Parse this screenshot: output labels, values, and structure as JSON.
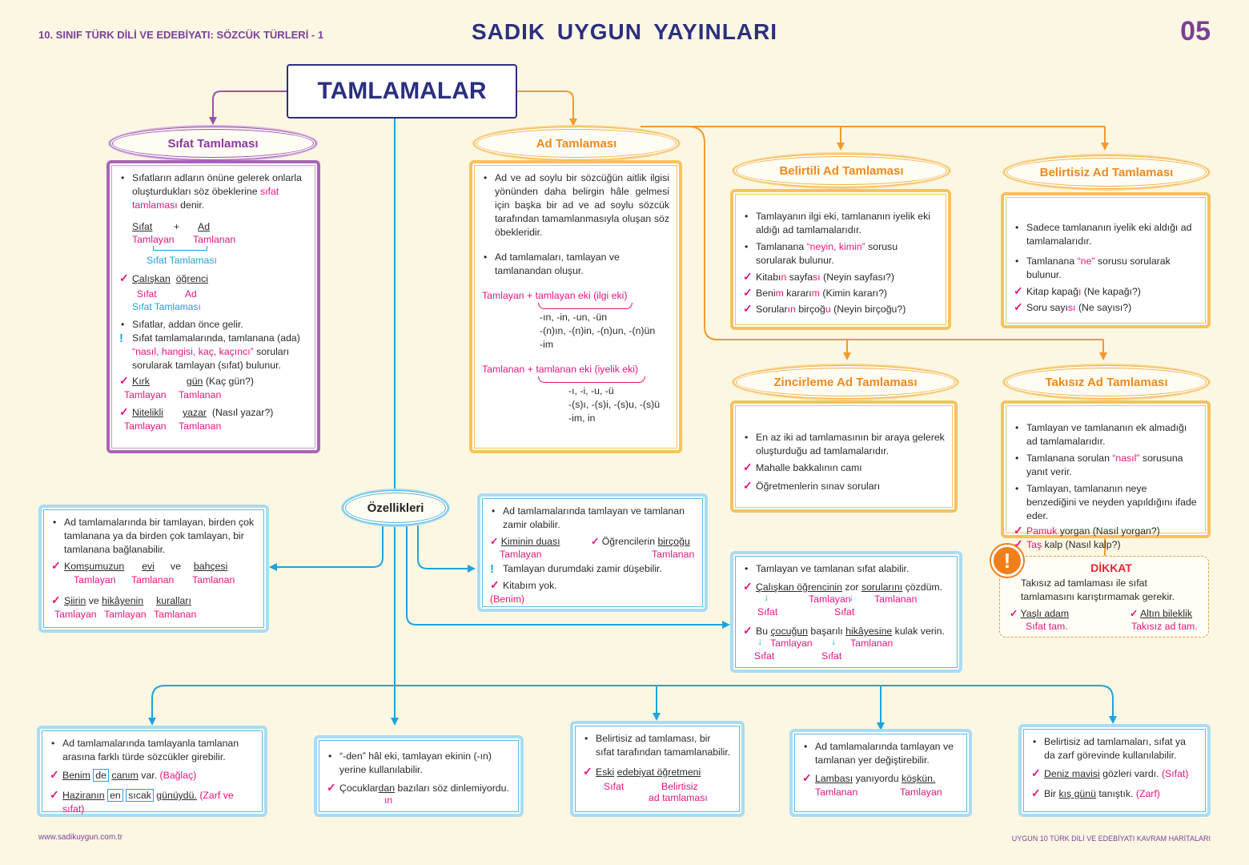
{
  "header": {
    "left": "10. SINIF TÜRK DİLİ VE EDEBİYATI: SÖZCÜK TÜRLERİ - 1",
    "center": "SADIK  UYGUN  YAYINLARI",
    "page": "05"
  },
  "title": "TAMLAMALAR",
  "sifat": {
    "heading": "Sıfat Tamlaması",
    "def_a": "Sıfatların adların önüne gelerek onlarla oluşturdukları söz öbeklerine ",
    "def_pink": "sıfat tamlaması",
    "def_b": " denir.",
    "sifat": "Sıfat",
    "plus": "+",
    "ad": "Ad",
    "tamlayan": "Tamlayan",
    "tamlanan": "Tamlanan",
    "sifat_tamlamasi": "Sıfat Tamlaması",
    "ex1_a": "Çalışkan",
    "ex1_b": "öğrenci",
    "ex1_l1": "Sıfat",
    "ex1_l2": "Ad",
    "ex1_l3": "Sıfat Tamlaması",
    "note1": "Sıfatlar, addan önce gelir.",
    "note2_a": "Sıfat tamlamalarında, tamlanana (ada) ",
    "note2_pink": "“nasıl, hangisi, kaç, kaçıncı”",
    "note2_b": " soruları sorularak tamlayan (sıfat) bulunur.",
    "ex2_a": "Kırk",
    "ex2_b": "gün",
    "ex2_q": "(Kaç gün?)",
    "ex3_a": "Nitelikli",
    "ex3_b": "yazar",
    "ex3_q": "(Nasıl yazar?)"
  },
  "ad": {
    "heading": "Ad Tamlaması",
    "def1": "Ad ve ad soylu bir sözcüğün aitlik ilgisi yönünden daha belirgin hâle gelmesi için başka bir ad ve ad soylu sözcük tarafından tamamlanmasıyla oluşan söz öbekleridir.",
    "def2": "Ad tamlamaları, tamlayan ve tamlanandan oluşur.",
    "f1": "Tamlayan + tamlayan eki (ilgi eki)",
    "f1_s1": "-ın, -in, -un, -ün",
    "f1_s2": "-(n)ın, -(n)in, -(n)un, -(n)ün",
    "f1_s3": "-im",
    "f2": "Tamlanan + tamlanan eki (iyelik eki)",
    "f2_s1": "-ı, -i, -u, -ü",
    "f2_s2": "-(s)ı, -(s)i, -(s)u, -(s)ü",
    "f2_s3": "-im, in"
  },
  "belirtili": {
    "heading": "Belirtili Ad Tamlaması",
    "b1": "Tamlayanın ilgi eki, tamlananın iyelik eki aldığı ad tamlamalarıdır.",
    "b2_a": "Tamlanana ",
    "b2_pink": "“neyin, kimin”",
    "b2_b": " sorusu sorularak bulunur.",
    "e1_a": "Kitabı",
    "e1_p": "n",
    "e1_b": " sayfa",
    "e1_p2": "sı",
    "e1_q": " (Neyin sayfası?)",
    "e2_a": "Beni",
    "e2_p": "m",
    "e2_b": " kararı",
    "e2_p2": "m",
    "e2_q": " (Kimin kararı?)",
    "e3_a": "Sorular",
    "e3_p": "ın",
    "e3_b": " birçoğ",
    "e3_p2": "u",
    "e3_q": " (Neyin birçoğu?)"
  },
  "belirtisiz": {
    "heading": "Belirtisiz Ad Tamlaması",
    "b1": "Sadece tamlananın iyelik eki aldığı ad tamlamalarıdır.",
    "b2_a": "Tamlanana ",
    "b2_pink": "“ne”",
    "b2_b": " sorusu sorularak bulunur.",
    "e1_a": "Kitap kapağ",
    "e1_p": "ı",
    "e1_q": " (Ne kapağı?)",
    "e2_a": "Soru sayı",
    "e2_p": "sı",
    "e2_q": " (Ne sayısı?)"
  },
  "zincirleme": {
    "heading": "Zincirleme Ad Tamlaması",
    "b1": "En az iki ad tamlamasının bir araya gelerek oluşturduğu ad tamlamalarıdır.",
    "e1": "Mahalle bakkalının camı",
    "e2": "Öğretmenlerin sınav soruları"
  },
  "takisiz": {
    "heading": "Takısız Ad Tamlaması",
    "b1": "Tamlayan ve tamlananın ek almadığı ad tamlamalarıdır.",
    "b2_a": "Tamlanana sorulan ",
    "b2_pink": "“nasıl”",
    "b2_b": " sorusuna yanıt verir.",
    "b3": "Tamlayan, tamlananın neye benzediğini ve neyden yapıldığını ifade eder.",
    "e1_p": "Pamuk",
    "e1_b": " yorgan (Nasıl yorgan?)",
    "e2_p": "Taş",
    "e2_b": " kalp (Nasıl kalp?)"
  },
  "dikkat": {
    "icon": "!",
    "title": "DİKKAT",
    "text": "Takısız ad tamlaması ile sıfat tamlamasını karıştırmamak gerekir.",
    "e1": "Yaşlı adam",
    "e1_l": "Sıfat tam.",
    "e2": "Altın bileklik",
    "e2_l": "Takısız ad tam."
  },
  "ozellikler": {
    "heading": "Özellikleri",
    "left": {
      "b1": "Ad tamlamalarında bir tamlayan, birden çok tamlanana ya da birden çok tamlayan, bir tamlanana bağlanabilir.",
      "e1_w1": "Komşumuzun",
      "e1_w2": "evi",
      "e1_ve": "ve",
      "e1_w3": "bahçesi",
      "e2_w1": "Şiirin",
      "e2_ve": " ve ",
      "e2_w2": "hikâyenin",
      "e2_w3": "kuralları",
      "tamlayan": "Tamlayan",
      "tamlanan": "Tamlanan"
    },
    "zamir": {
      "b1": "Ad tamlamalarında tamlayan ve tamlanan zamir olabilir.",
      "e1": "Kiminin duası",
      "e2_a": "Öğrencilerin ",
      "e2_b": "birçoğu",
      "l1": "Tamlayan",
      "l2": "Tamlanan",
      "note": "Tamlayan durumdaki zamir düşebilir.",
      "e3": "Kitabım yok.",
      "e3_l": "(Benim)"
    },
    "sifatal": {
      "b1": "Tamlayan ve tamlanan sıfat alabilir.",
      "e1_a": "Çalışkan ",
      "e1_b": "öğrencinin",
      "e1_c": " zor ",
      "e1_d": "sorularını",
      "e1_e": " çözdüm.",
      "e2_a": "Bu ",
      "e2_b": "çocuğun",
      "e2_c": " başarılı ",
      "e2_d": "hikâyesine",
      "e2_e": " kulak verin.",
      "sifat": "Sıfat",
      "tamlayan": "Tamlayan",
      "tamlanan": "Tamlanan"
    }
  },
  "bottom": [
    {
      "b1": "Ad tamlamalarında tamlayanla tamlanan arasına farklı türde sözcükler girebilir.",
      "e1_a": "Benim",
      "e1_box": "de",
      "e1_b": "canım",
      "e1_c": " var. ",
      "e1_p": "(Bağlaç)",
      "e2_a": "Haziranın",
      "e2_box1": "en",
      "e2_box2": "sıcak",
      "e2_b": "günüydü.",
      "e2_p": " (Zarf ve sıfat)"
    },
    {
      "b1": "“-den” hâl eki, tamlayan ekinin (-ın) yerine kullanılabilir.",
      "e1_a": "Çocuklar",
      "e1_u": "dan",
      "e1_b": " bazıları söz dinlemiyordu.",
      "e1_l": "ın"
    },
    {
      "b1": "Belirtisiz ad tamlaması, bir sıfat tarafından tamamlanabilir.",
      "e1_a": "Eski",
      "e1_b": "edebiyat öğretmeni",
      "l1": "Sıfat",
      "l2": "Belirtisiz",
      "l3": "ad tamlaması"
    },
    {
      "b1": "Ad tamlamalarında tamlayan ve tamlanan yer değiştirebilir.",
      "e1_a": "Lambası",
      "e1_b": " yanıyordu ",
      "e1_c": "köşkün.",
      "l1": "Tamlanan",
      "l2": "Tamlayan"
    },
    {
      "b1": "Belirtisiz ad tamlamaları, sıfat ya da zarf görevinde kullanılabilir.",
      "e1_a": "Deniz mavisi",
      "e1_b": " gözleri vardı. ",
      "e1_p": "(Sıfat)",
      "e2_a": "Bir ",
      "e2_b": "kış günü",
      "e2_c": " tanıştık. ",
      "e2_p": "(Zarf)"
    }
  ],
  "footer": {
    "left": "www.sadikuygun.com.tr",
    "right": "UYGUN 10 TÜRK DİLİ VE EDEBİYATI KAVRAM HARİTALARI"
  },
  "colors": {
    "navy": "#2b2f7f",
    "purple": "#9c4fb0",
    "orange": "#f2b14a",
    "blue": "#4ab2e0",
    "pink": "#e5147f",
    "background": "#fcf7e3"
  }
}
